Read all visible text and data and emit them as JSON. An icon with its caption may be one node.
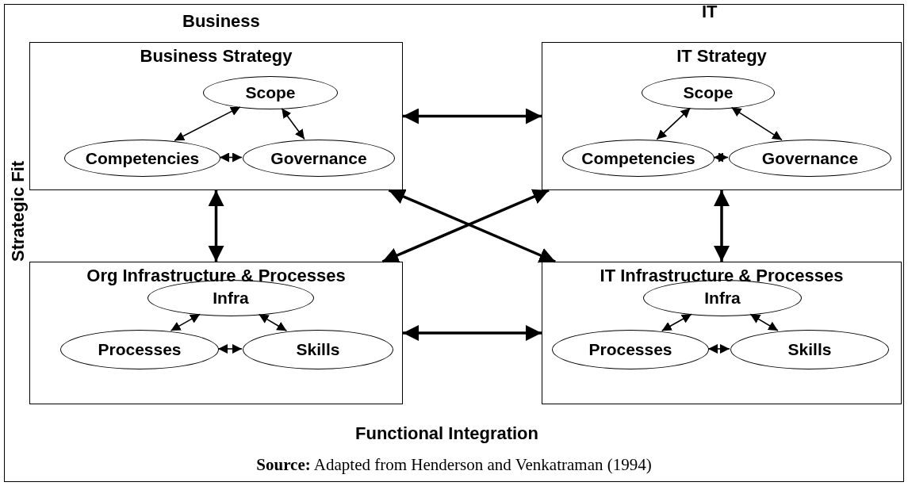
{
  "diagram": {
    "caption": "**Source:** Adapted from Henderson and Venkatraman (1994)",
    "nodes": [
      {
        "text": [
          "Business Strategy"
        ]
      },
      {
        "text": [
          "Scope"
        ],
        "in": 0
      },
      {
        "text": [
          "Competencies"
        ],
        "in": 0
      },
      {
        "text": [
          "Governance"
        ],
        "in": 0
      },
      {
        "text": [
          "IT Strategy"
        ]
      },
      {
        "text": [
          "Scope"
        ],
        "in": 4
      },
      {
        "text": [
          "Competencies"
        ],
        "in": 4
      },
      {
        "text": [
          "Governance"
        ],
        "in": 4
      },
      {
        "text": [
          "Org Infrastructure & Processes"
        ]
      },
      {
        "text": [
          "Infra"
        ],
        "in": 8
      },
      {
        "text": [
          "Processes"
        ],
        "in": 8
      },
      {
        "text": [
          "Skills"
        ],
        "in": 8
      },
      {
        "text": [
          "IT Infrastructure & Processes"
        ]
      },
      {
        "text": [
          "Infra"
        ],
        "in": 12
      },
      {
        "text": [
          "Processes"
        ],
        "in": 12
      },
      {
        "text": [
          "Skills"
        ],
        "in": 12
      }
    ],
    "edges": [
      {
        "from": 1,
        "to": 2,
        "arrow": "both"
      },
      {
        "from": 1,
        "to": 3,
        "arrow": "both"
      },
      {
        "from": 2,
        "to": 3,
        "arrow": "both"
      },
      {
        "from": 5,
        "to": 6,
        "arrow": "both"
      },
      {
        "from": 5,
        "to": 7,
        "arrow": "both"
      },
      {
        "from": 6,
        "to": 7,
        "arrow": "both"
      },
      {
        "from": 9,
        "to": 10,
        "arrow": "both"
      },
      {
        "from": 9,
        "to": 11,
        "arrow": "both"
      },
      {
        "from": 10,
        "to": 11,
        "arrow": "both"
      },
      {
        "from": 13,
        "to": 14,
        "arrow": "both"
      },
      {
        "from": 13,
        "to": 15,
        "arrow": "both"
      },
      {
        "from": 14,
        "to": 15,
        "arrow": "both"
      },
      {
        "from": 0,
        "to": 4,
        "arrow": "both",
        "style": "thick"
      },
      {
        "from": 0,
        "to": 8,
        "arrow": "both",
        "style": "thick"
      },
      {
        "from": 4,
        "to": 12,
        "arrow": "both",
        "style": "thick"
      },
      {
        "from": 0,
        "to": 12,
        "arrow": "both",
        "style": "thick"
      },
      {
        "from": 4,
        "to": 8,
        "arrow": "both",
        "style": "thick"
      },
      {
        "from": 8,
        "to": 12,
        "arrow": "both",
        "style": "thick"
      }
    ],
    "labels": [
      "Business",
      "IT",
      "Strategic Fit",
      "Functional Integration"
    ]
  }
}
